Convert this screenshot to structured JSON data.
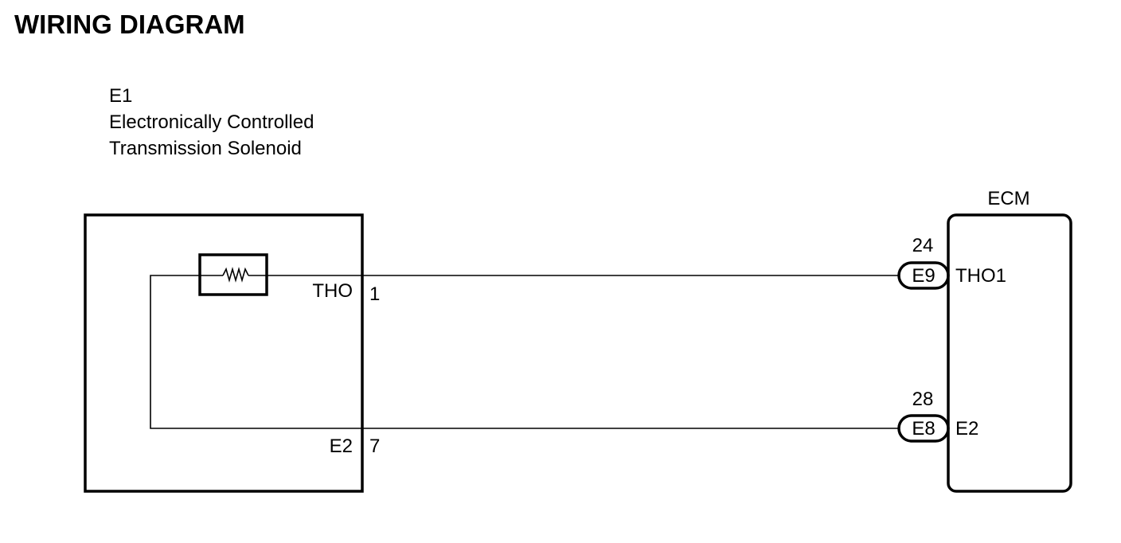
{
  "title": "WIRING DIAGRAM",
  "component": {
    "id": "E1",
    "name_line1": "Electronically Controlled",
    "name_line2": "Transmission Solenoid",
    "pins": [
      {
        "label": "THO",
        "number": "1"
      },
      {
        "label": "E2",
        "number": "7"
      }
    ]
  },
  "ecm": {
    "label": "ECM",
    "pins": [
      {
        "number": "24",
        "connector": "E9",
        "terminal": "THO1"
      },
      {
        "number": "28",
        "connector": "E8",
        "terminal": "E2"
      }
    ]
  },
  "colors": {
    "line": "#000000",
    "background": "#ffffff"
  },
  "icons": {
    "sensor": "thermistor-icon"
  }
}
